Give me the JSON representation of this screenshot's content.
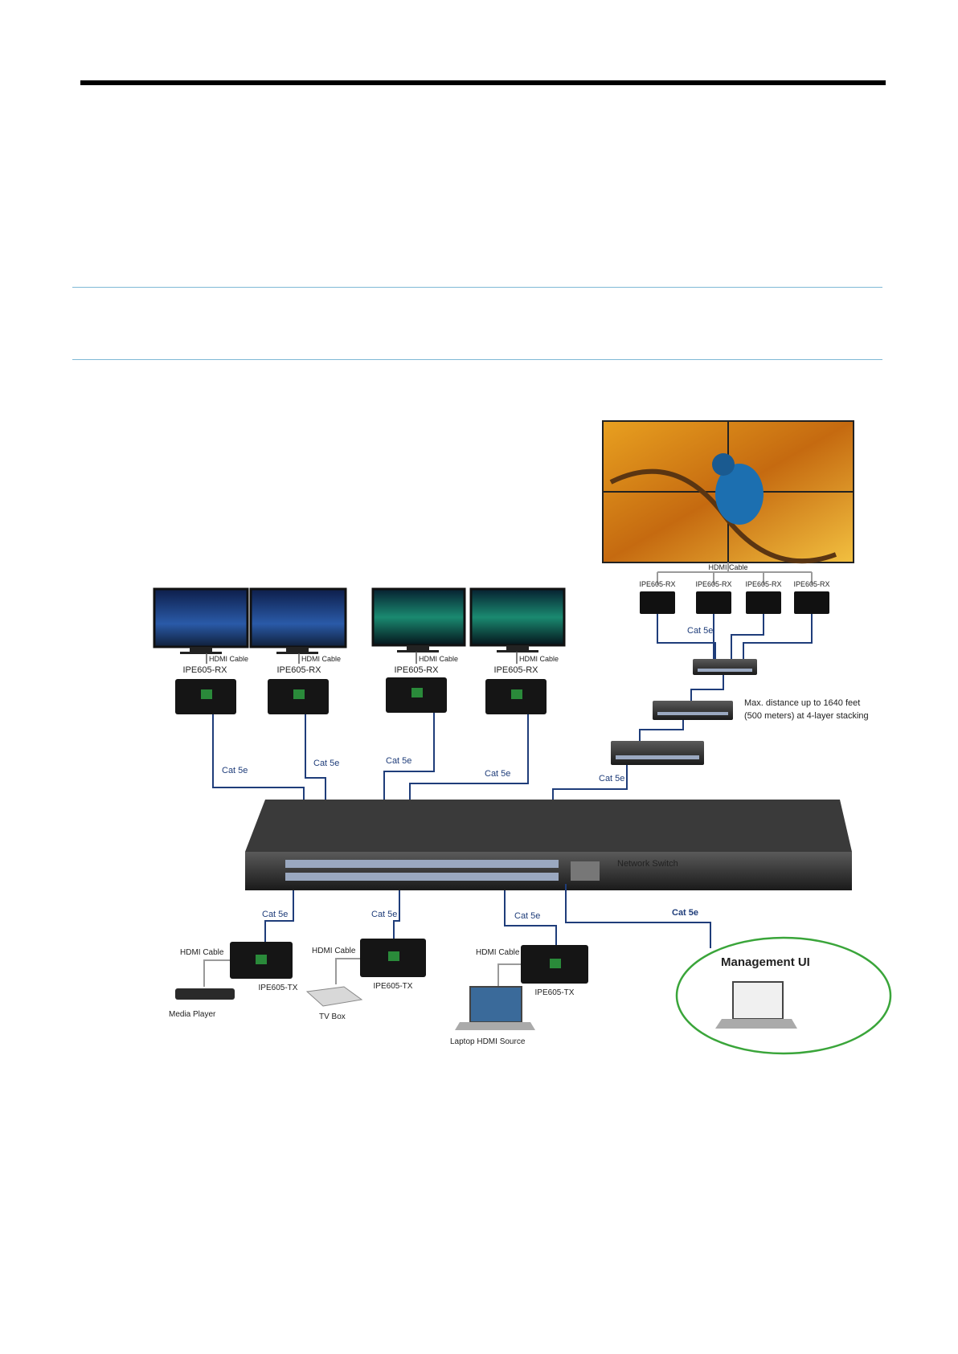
{
  "colors": {
    "cable": "#1f3d7a",
    "ellipse": "#3aa53a",
    "rule": "#7fb9d6"
  },
  "labels": {
    "hdmi_cable": "HDMI Cable",
    "rx": "IPE605-RX",
    "tx": "IPE605-TX",
    "cat5e": "Cat 5e",
    "network_switch": "Network Switch",
    "distance_line1": "Max. distance up to 1640 feet",
    "distance_line2": "(500 meters) at 4-layer stacking",
    "media_player": "Media Player",
    "tv_box": "TV Box",
    "laptop_source": "Laptop HDMI Source",
    "management_ui": "Management UI"
  }
}
